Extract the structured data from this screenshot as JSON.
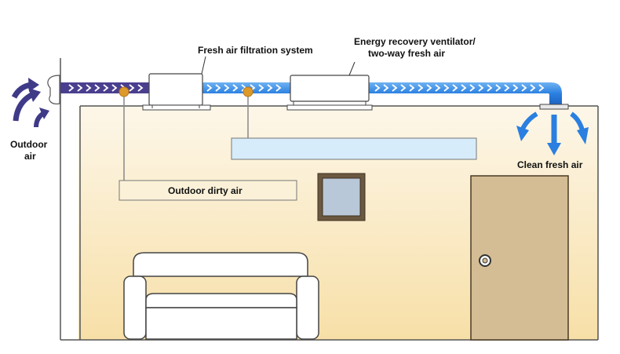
{
  "labels": {
    "fresh_air_filtration": "Fresh air filtration system",
    "erv_line1": "Energy recovery ventilator/",
    "erv_line2": "two-way fresh air",
    "outdoor_air_line1": "Outdoor",
    "outdoor_air_line2": "air",
    "clean_fresh_air": "Clean fresh air",
    "outdoor_dirty_air": "Outdoor dirty air"
  },
  "colors": {
    "room_gradient_top": "#fdf7e9",
    "room_gradient_bottom": "#f7dfa7",
    "dirty_duct": "#4a3f8f",
    "clean_duct": "#2a7fe0",
    "fresh_air_arrows": "#2a7fe0",
    "outdoor_air_arrows": "#3f3a88",
    "clean_label_box": "#d6ecfb",
    "dirty_label_box": "#fbf1d8",
    "door": "#d4bd94",
    "marker_dot": "#dd9a2a"
  },
  "icons": [
    "outdoor-air-arrows",
    "fresh-air-arrows",
    "door-knob",
    "sofa",
    "window"
  ]
}
